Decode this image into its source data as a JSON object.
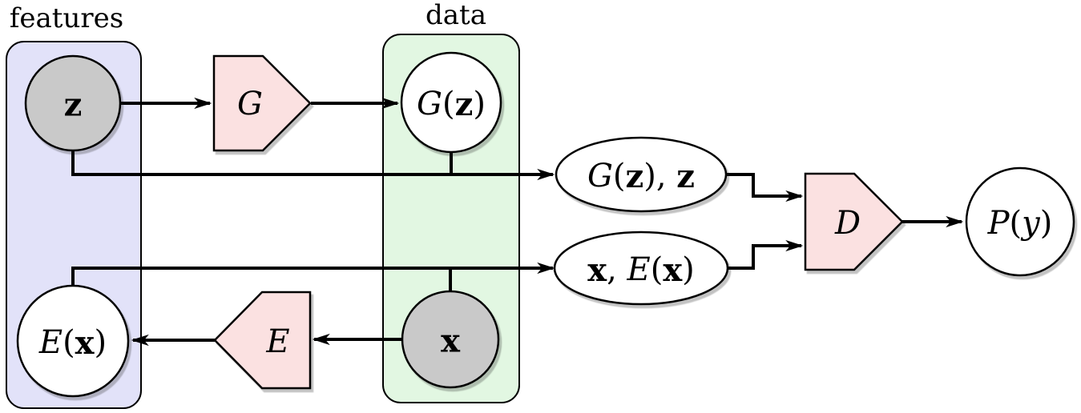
{
  "diagram": {
    "groups": {
      "features": {
        "label": "features"
      },
      "data": {
        "label": "data"
      }
    },
    "nodes": {
      "z": {
        "label": "z"
      },
      "generator": {
        "label": "G"
      },
      "g_of_z": {
        "parts": [
          "G",
          "(",
          "z",
          ")"
        ]
      },
      "pair_gz_z": {
        "parts": [
          "G",
          "(",
          "z",
          ")",
          ", ",
          "z"
        ]
      },
      "pair_x_ex": {
        "parts": [
          "x",
          ", ",
          "E",
          "(",
          "x",
          ")"
        ]
      },
      "discriminator": {
        "label": "D"
      },
      "p_of_y": {
        "parts": [
          "P",
          "(",
          "y",
          ")"
        ]
      },
      "e_of_x": {
        "parts": [
          "E",
          "(",
          "x",
          ")"
        ]
      },
      "encoder": {
        "label": "E"
      },
      "x": {
        "label": "x"
      }
    },
    "colors": {
      "features_box": "#e2e2f9",
      "data_box": "#e2f7e2",
      "operator_fill": "#fbe1e1",
      "sample_fill": "#c9c9c9",
      "result_fill": "#ffffff",
      "line": "#000000"
    }
  }
}
